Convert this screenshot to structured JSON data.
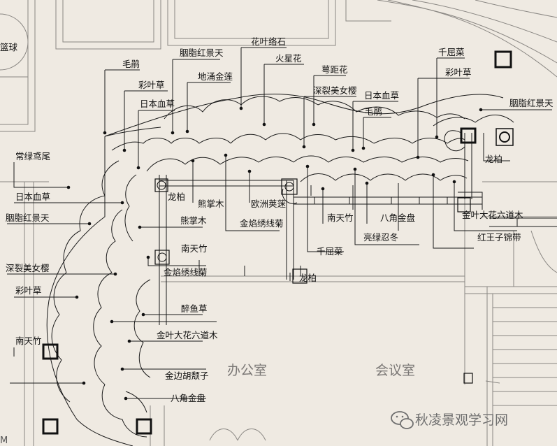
{
  "title_fragment": "篮球",
  "rooms": {
    "office": "办公室",
    "meeting": "会议室"
  },
  "watermark": "秋凌景观学习网",
  "corner_mark": "M",
  "plant_labels": [
    "毛鹃",
    "胭脂红景天",
    "花叶络石",
    "火星花",
    "千屈菜",
    "彩叶草",
    "地涌金莲",
    "萼距花",
    "彩叶草",
    "日本血草",
    "深裂美女樱",
    "日本血草",
    "胭脂红景天",
    "毛鹃",
    "常绿鸢尾",
    "龙柏",
    "日本血草",
    "龙柏",
    "熊掌木",
    "欧洲荚蒾",
    "胭脂红景天",
    "熊掌木",
    "金焰绣线菊",
    "南天竹",
    "八角金盘",
    "金叶大花六道木",
    "深裂美女樱",
    "南天竹",
    "亮绿忍冬",
    "红王子锦带",
    "千屈菜",
    "金焰绣线菊",
    "彩叶草",
    "龙柏",
    "醉鱼草",
    "南天竹",
    "金叶大花六道木",
    "金边胡颓子",
    "八角金盘"
  ]
}
